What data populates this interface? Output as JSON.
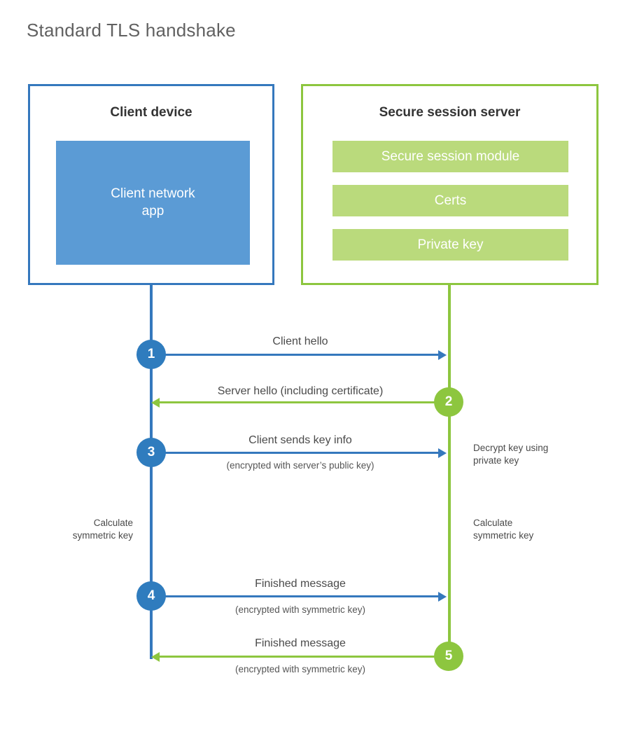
{
  "title": "Standard TLS handshake",
  "parties": {
    "client": {
      "title": "Client device",
      "components": [
        {
          "label": "Client network\napp"
        }
      ]
    },
    "server": {
      "title": "Secure session server",
      "components": [
        {
          "label": "Secure session module"
        },
        {
          "label": "Certs"
        },
        {
          "label": "Private key"
        }
      ]
    }
  },
  "steps": [
    {
      "number": "1",
      "direction": "client-to-server",
      "label": "Client hello",
      "sublabel": ""
    },
    {
      "number": "2",
      "direction": "server-to-client",
      "label": "Server hello (including certificate)",
      "sublabel": ""
    },
    {
      "number": "3",
      "direction": "client-to-server",
      "label": "Client sends key info",
      "sublabel": "(encrypted with server’s public key)"
    },
    {
      "number": "4",
      "direction": "client-to-server",
      "label": "Finished message",
      "sublabel": "(encrypted with symmetric key)"
    },
    {
      "number": "5",
      "direction": "server-to-client",
      "label": "Finished message",
      "sublabel": "(encrypted with symmetric key)"
    }
  ],
  "annotations": [
    {
      "id": "server-decrypt",
      "text": "Decrypt key using\nprivate key"
    },
    {
      "id": "client-calc",
      "text": "Calculate\nsymmetric key"
    },
    {
      "id": "server-calc",
      "text": "Calculate\nsymmetric key"
    }
  ],
  "colors": {
    "client_accent": "#3578bd",
    "client_badge": "#2f7cbe",
    "client_fill": "#5b9bd5",
    "server_accent": "#8dc63f",
    "server_fill": "#bada7c",
    "title_text": "#616161",
    "body_text": "#4a4a4a",
    "background": "#ffffff"
  }
}
